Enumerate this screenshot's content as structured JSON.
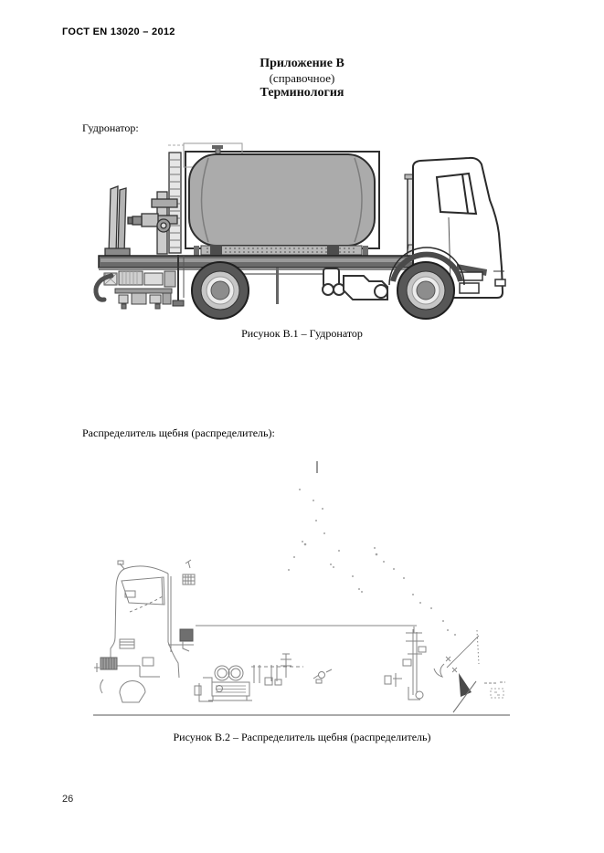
{
  "page": {
    "header": "ГОСТ EN 13020 – 2012",
    "page_number": "26"
  },
  "title": {
    "line1": "Приложение В",
    "line2": "(справочное)",
    "line3": "Терминология"
  },
  "sections": [
    {
      "label": "Гудронатор:",
      "figure_name": "Гудронатор",
      "caption": "Рисунок В.1 – Гудронатор"
    },
    {
      "label": "Распределитель щебня (распределитель):",
      "figure_name": "Распределитель щебня",
      "caption": "Рисунок В.2 – Распределитель щебня (распределитель)"
    }
  ],
  "colors": {
    "tank_gray": "#ababab",
    "chassis_gray": "#6b6b6b",
    "outline_dark": "#2a2a2a",
    "faint_line_gray": "#858585",
    "paper": "#ffffff"
  }
}
